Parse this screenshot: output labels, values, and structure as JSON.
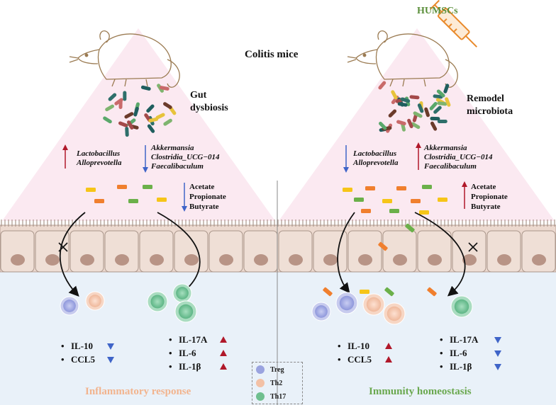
{
  "title": "Colitis mice",
  "left_panel": {
    "state_label_line1": "Gut",
    "state_label_line2": "dysbiosis",
    "up_taxa": [
      "Lactobacillus",
      "Alloprevotella"
    ],
    "down_taxa": [
      "Akkermansia",
      "Clostridia_UCG−014",
      "Faecalibaculum"
    ],
    "scfa": [
      "Acetate",
      "Propionate",
      "Butyrate"
    ],
    "scfa_direction": "down",
    "cytokines_left": [
      {
        "name": "IL-10",
        "direction": "down"
      },
      {
        "name": "CCL5",
        "direction": "down"
      }
    ],
    "cytokines_right": [
      {
        "name": "IL-17A",
        "direction": "up"
      },
      {
        "name": "IL-6",
        "direction": "up"
      },
      {
        "name": "IL-1β",
        "direction": "up"
      }
    ],
    "outcome": "Inflammatory response"
  },
  "right_panel": {
    "treatment": "HUMSCs",
    "state_label_line1": "Remodel",
    "state_label_line2": "microbiota",
    "down_taxa": [
      "Lactobacillus",
      "Alloprevotella"
    ],
    "up_taxa": [
      "Akkermansia",
      "Clostridia_UCG−014",
      "Faecalibaculum"
    ],
    "scfa": [
      "Acetate",
      "Propionate",
      "Butyrate"
    ],
    "scfa_direction": "up",
    "cytokines_left": [
      {
        "name": "IL-10",
        "direction": "up"
      },
      {
        "name": "CCL5",
        "direction": "up"
      }
    ],
    "cytokines_right": [
      {
        "name": "IL-17A",
        "direction": "down"
      },
      {
        "name": "IL-6",
        "direction": "down"
      },
      {
        "name": "IL-1β",
        "direction": "down"
      }
    ],
    "outcome": "Immunity homeostasis"
  },
  "legend": [
    {
      "label": "Treg",
      "color": "#9aa3df"
    },
    {
      "label": "Th2",
      "color": "#f3c1a6"
    },
    {
      "label": "Th17",
      "color": "#6fbf8f"
    }
  ],
  "colors": {
    "up_arrow": "#b0182a",
    "down_arrow": "#3f64c8",
    "inflammatory_text": "#f2b48e",
    "homeostasis_text": "#6aa84f",
    "humscs_text": "#5a8f3a",
    "syringe": "#e98a2b",
    "lumen_bg": "#fbe9f1",
    "tissue_bg": "#e9f1f9",
    "epithelium": "#ecd9cf",
    "nucleus": "#b89486"
  }
}
